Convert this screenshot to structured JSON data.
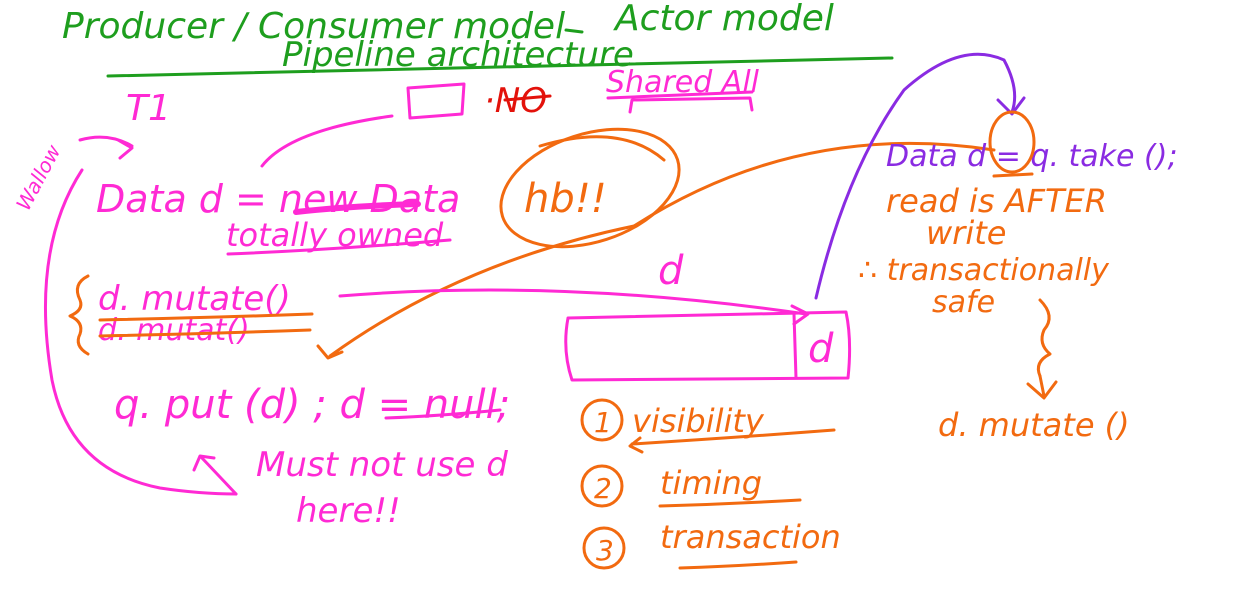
{
  "header": {
    "line1": "Producer / Consumer model",
    "line1b": "Actor model",
    "line2": "Pipeline architecture"
  },
  "top": {
    "t1": "T1",
    "no": "·NO",
    "shared": "Shared All"
  },
  "producer": {
    "callout": "Wallow",
    "data_decl": "Data  d = new Data",
    "owned": "totally owned",
    "mutate1": "d. mutate()",
    "mutate2": "d. mutat()",
    "put": "q. put (d) ; d = null;",
    "warning_line1": "Must not use d",
    "warning_line2": "here!!"
  },
  "hb": "hb!!",
  "queue": {
    "label": "d",
    "item": "d"
  },
  "consumer": {
    "take": "Data d = q. take ();",
    "read1": "read is AFTER",
    "read2": "write",
    "trans1": "∴ transactionally",
    "trans2": "safe",
    "mutate": "d. mutate ()"
  },
  "properties": [
    {
      "num": "1",
      "label": "visibility"
    },
    {
      "num": "2",
      "label": "timing"
    },
    {
      "num": "3",
      "label": "transaction"
    }
  ],
  "colors": {
    "green": "#1e9e1e",
    "magenta": "#ff2ad4",
    "orange": "#f26a10",
    "red": "#e3120b",
    "purple": "#8a2be2"
  }
}
